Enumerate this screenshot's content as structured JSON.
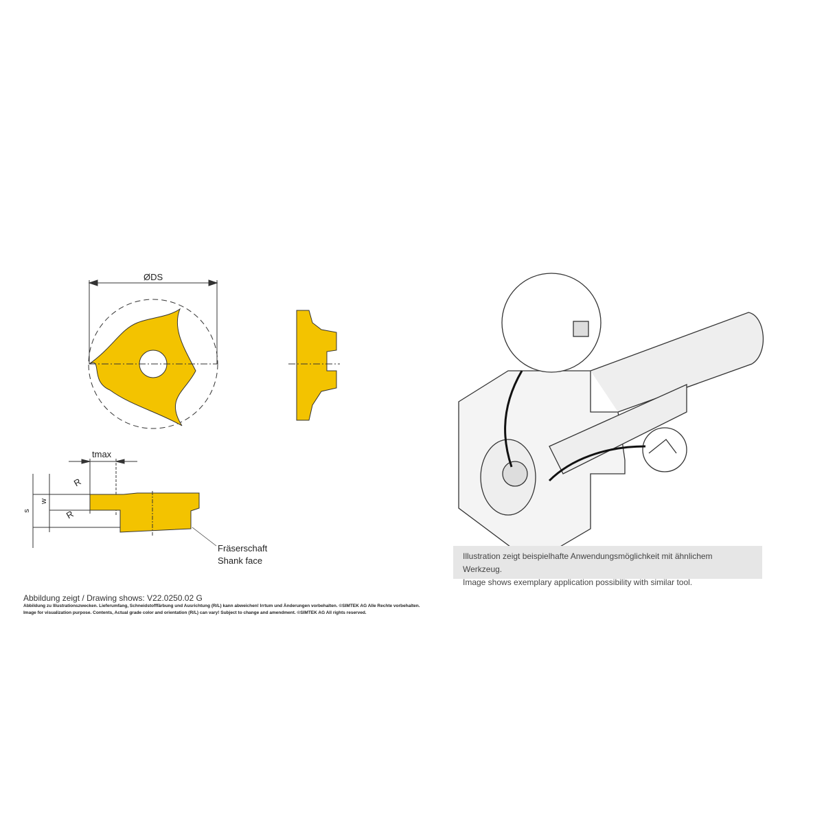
{
  "labels": {
    "ds": "ØDS",
    "tmax": "tmax",
    "r1": "R",
    "r2": "R",
    "w": "w",
    "s": "s",
    "shank_de": "Fräserschaft",
    "shank_en": "Shank face"
  },
  "caption": {
    "de": "Illustration zeigt beispielhafte Anwendungsmöglichkeit mit ähnlichem Werkzeug.",
    "en": "Image shows exemplary application possibility with similar tool."
  },
  "footer": {
    "drawing": "Abbildung zeigt / Drawing shows: V22.0250.02 G",
    "de": "Abbildung zu Illustrationszwecken. Lieferumfang, Schneidstofffärbung und Ausrichtung (R/L) kann abweichen! Irrtum und Änderungen vorbehalten. ©SIMTEK AG Alle Rechte vorbehalten.",
    "en": "Image for visualization purpose. Contents, Actual grade color and orientation (R/L) can vary! Subject to change and amendment. ©SIMTEK AG All rights reserved."
  },
  "colors": {
    "insert": "#f3c300",
    "outline": "#333333"
  }
}
